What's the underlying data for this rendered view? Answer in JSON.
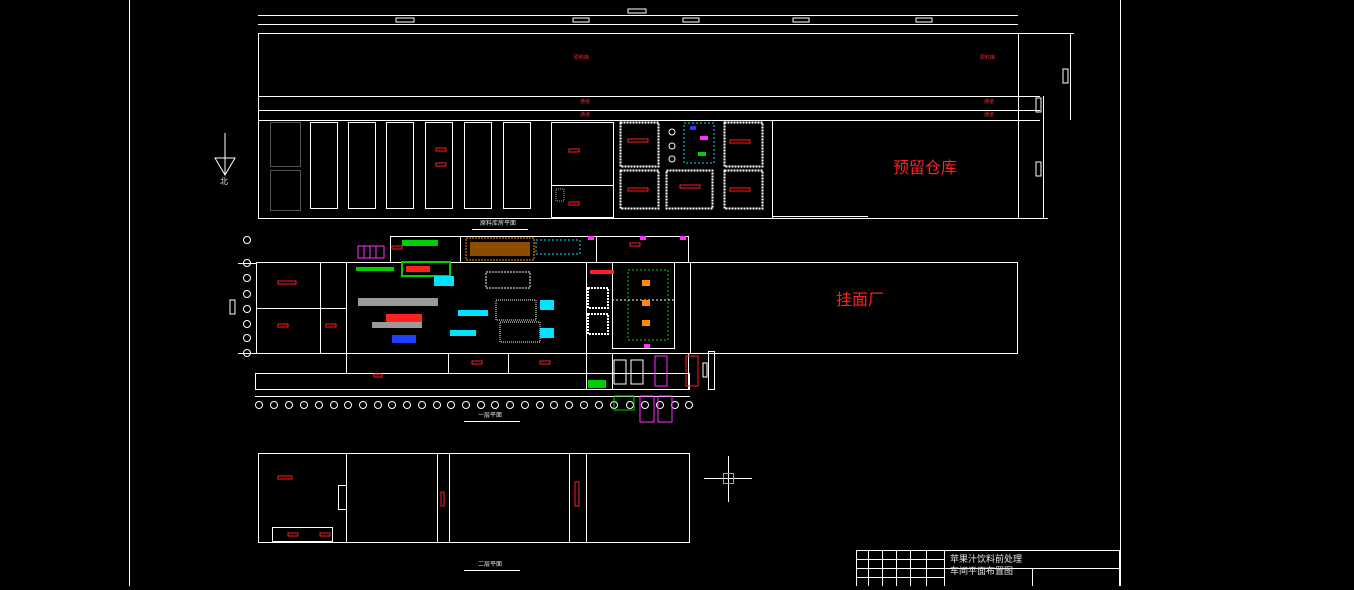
{
  "labels": {
    "reserved_warehouse": "预留仓库",
    "noodle_plant": "挂面厂",
    "north": "北",
    "plan_top": "原料库房平面",
    "plan_middle": "一层平面",
    "plan_bottom": "二层平面",
    "raw_room_a": "原料库",
    "raw_room_b": "原料库",
    "corridor_a": "通道",
    "corridor_b": "通道",
    "corridor_c": "通道",
    "corridor_d": "通道"
  },
  "title_block": {
    "line1": "苹果汁饮料前处理",
    "line2": "车间平面布置图"
  },
  "colors": {
    "background": "#000000",
    "line": "#ffffff",
    "accent_red": "#ff2020",
    "equipment_cyan": "#00e5ff",
    "equipment_green": "#00d000",
    "equipment_orange": "#ff8c00",
    "equipment_magenta": "#ff30ff",
    "equipment_blue": "#2040ff",
    "equipment_gray": "#9a9a9a",
    "cursor_green": "#00ff60"
  }
}
